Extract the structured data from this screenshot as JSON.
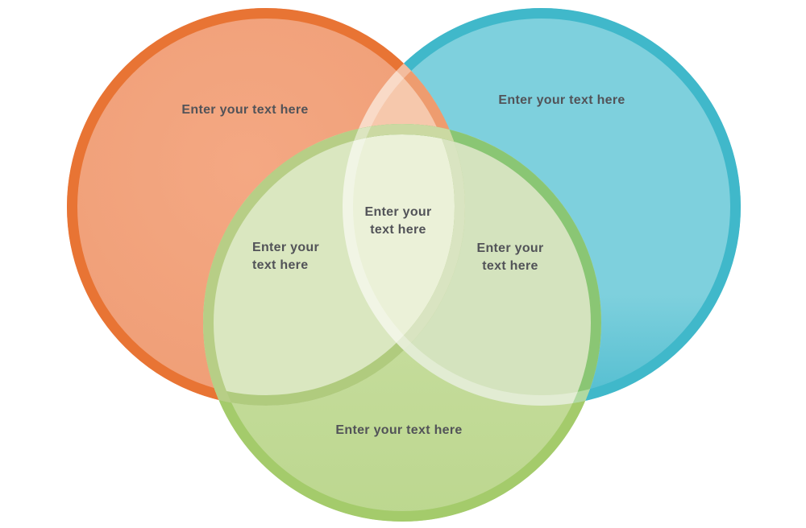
{
  "diagram": {
    "type": "venn-3-circle",
    "background": "#FFFFFF",
    "colors": {
      "text": "#525358",
      "orange_fill_top": "#F4A883",
      "orange_fill_bottom": "#EF9D75",
      "orange_border": "#E87434",
      "blue_fill_top": "#7ED0DD",
      "blue_fill_bottom": "#58C0D2",
      "blue_border": "#40B8CA",
      "green_fill_top": "#CFE2A9",
      "green_fill_bottom": "#BCD78F",
      "green_border": "#A4CB6B",
      "overlap_orange_blue": "#F6C8AC",
      "overlap_orange_green": "#DAE7C0",
      "overlap_blue_green": "#D4E3BE",
      "overlap_center": "#EBF1D8",
      "rim_orange_in_blue": "#EE9C6F",
      "rim_orange_in_green": "#B0CB7E",
      "rim_orange_in_bluegreen": "#D9E4C1",
      "rim_green_in_orange": "#B7CE86",
      "rim_green_in_blue": "#8AC674",
      "rim_green_in_overlap": "#CBD9A2",
      "rim_wash": "rgba(255,255,255,0.33)"
    },
    "labels": {
      "orange": {
        "text": "Enter your text here"
      },
      "blue": {
        "text": "Enter your text here"
      },
      "green": {
        "text": "Enter your text here"
      },
      "center": {
        "line1": "Enter your",
        "line2": "text here"
      },
      "orange_green": {
        "line1": "Enter your",
        "line2": "text here"
      },
      "blue_green": {
        "line1": "Enter your",
        "line2": "text here"
      }
    }
  }
}
